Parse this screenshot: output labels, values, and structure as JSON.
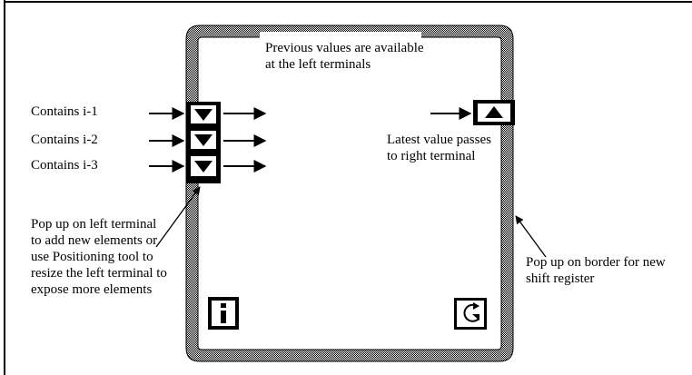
{
  "diagram": {
    "type": "LabVIEW While Loop shift register explanation",
    "labels": {
      "previous_values": "Previous values are available at the left terminals",
      "contains_i1": "Contains i-1",
      "contains_i2": "Contains i-2",
      "contains_i3": "Contains i-3",
      "latest_value": "Latest value passes to right terminal",
      "popup_left": "Pop up on left terminal to add new elements or use Positioning tool to resize the left terminal to expose more elements",
      "popup_border": "Pop up on border for new shift register"
    },
    "terminals": {
      "left": [
        {
          "direction": "down",
          "label_ref": "contains_i1"
        },
        {
          "direction": "down",
          "label_ref": "contains_i2"
        },
        {
          "direction": "down",
          "label_ref": "contains_i3"
        }
      ],
      "right": {
        "direction": "up"
      }
    },
    "icons": {
      "iteration": {
        "name": "iteration-terminal-icon",
        "glyph": "i"
      },
      "condition": {
        "name": "loop-condition-icon"
      }
    }
  }
}
